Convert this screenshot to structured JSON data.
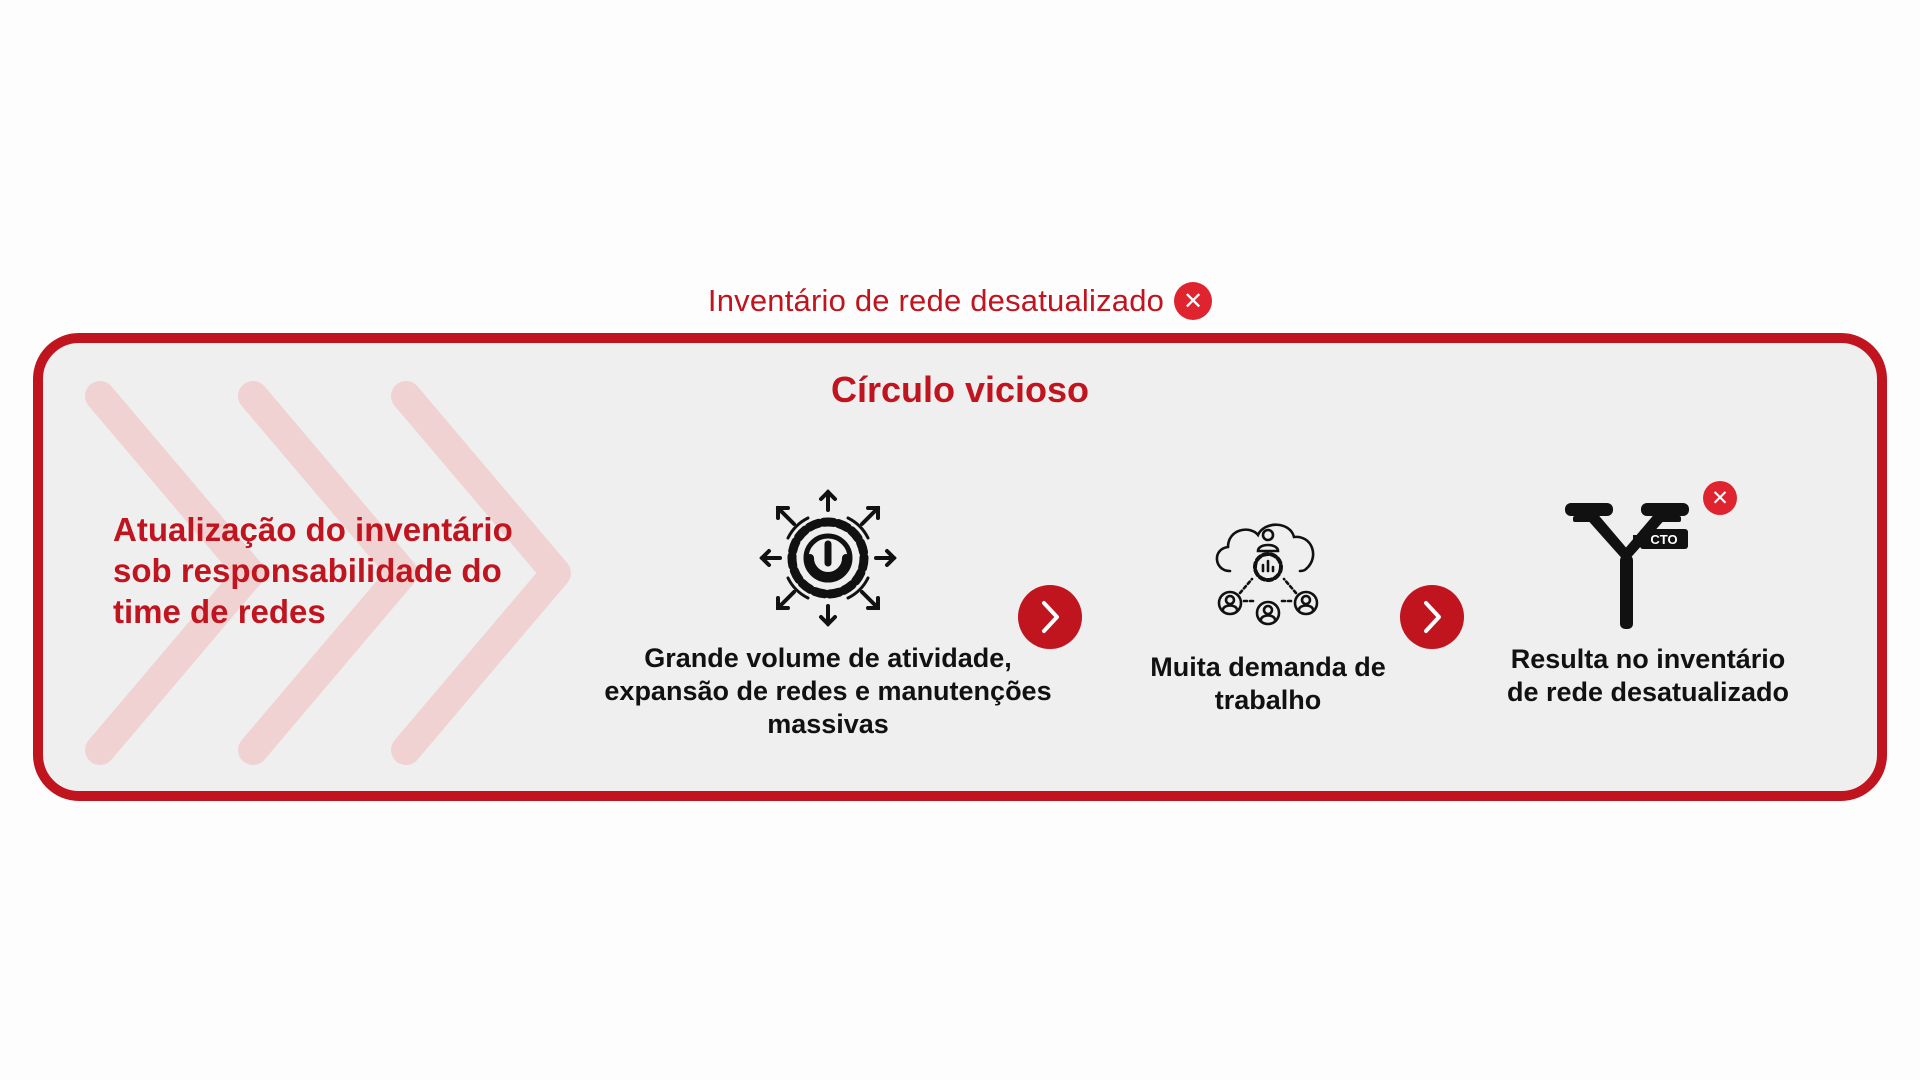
{
  "banner": {
    "text": "Inventário de rede desatualizado",
    "icon": "close-circle-icon"
  },
  "panel": {
    "title": "Círculo vicioso",
    "left_heading": "Atualização do inventário sob responsabilidade do time de redes"
  },
  "steps": [
    {
      "icon": "gear-expansion-icon",
      "label": "Grande volume de atividade, expansão de redes e manutenções massivas"
    },
    {
      "icon": "cloud-team-demand-icon",
      "label": "Muita demanda de trabalho"
    },
    {
      "icon": "pole-cto-icon",
      "icon_tag": "CTO",
      "label": "Resulta no inventário de rede desatualizado"
    }
  ],
  "colors": {
    "accent": "#c0141f",
    "error_badge": "#e0242f",
    "panel_bg": "#efefef",
    "chevron": "#f0d2d3",
    "text_dark": "#111111"
  }
}
